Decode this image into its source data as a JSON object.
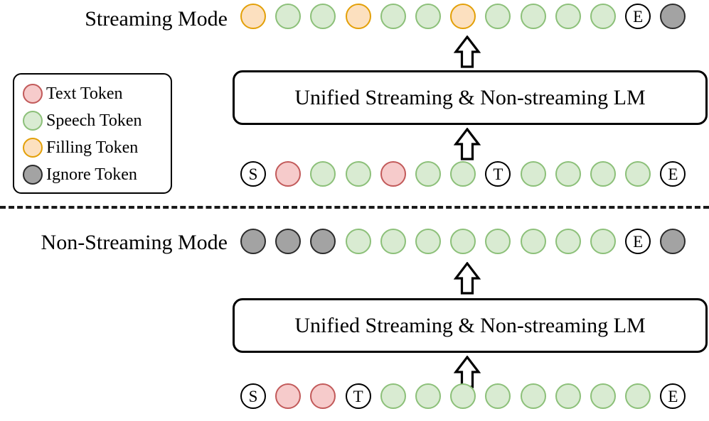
{
  "figure": {
    "title": "Unified streaming and non-streaming LM token layout",
    "lm_box_label": "Unified Streaming & Non-streaming LM",
    "arrow_icon": "up-block-arrow",
    "divider": "dashed-separator"
  },
  "colors": {
    "text_token_fill": "#f6cbcb",
    "text_token_border": "#c25a5a",
    "speech_token_fill": "#d9ebd2",
    "speech_token_border": "#8cc079",
    "filling_token_fill": "#fce0bf",
    "filling_token_border": "#e3a008",
    "ignore_token_fill": "#a3a3a3",
    "ignore_token_border": "#2b2b2b",
    "special_token_fill": "#ffffff",
    "special_token_border": "#000000",
    "background": "#ffffff"
  },
  "legend": {
    "items": [
      {
        "type": "text",
        "label": "Text Token"
      },
      {
        "type": "speech",
        "label": "Speech Token"
      },
      {
        "type": "filling",
        "label": "Filling Token"
      },
      {
        "type": "ignore",
        "label": "Ignore Token"
      }
    ]
  },
  "streaming": {
    "label": "Streaming Mode",
    "output_row": [
      {
        "type": "filling",
        "label": ""
      },
      {
        "type": "speech",
        "label": ""
      },
      {
        "type": "speech",
        "label": ""
      },
      {
        "type": "filling",
        "label": ""
      },
      {
        "type": "speech",
        "label": ""
      },
      {
        "type": "speech",
        "label": ""
      },
      {
        "type": "filling",
        "label": ""
      },
      {
        "type": "speech",
        "label": ""
      },
      {
        "type": "speech",
        "label": ""
      },
      {
        "type": "speech",
        "label": ""
      },
      {
        "type": "speech",
        "label": ""
      },
      {
        "type": "special",
        "label": "E"
      },
      {
        "type": "ignore",
        "label": ""
      }
    ],
    "lm_label": "Unified Streaming & Non-streaming LM",
    "input_row": [
      {
        "type": "special",
        "label": "S"
      },
      {
        "type": "text",
        "label": ""
      },
      {
        "type": "speech",
        "label": ""
      },
      {
        "type": "speech",
        "label": ""
      },
      {
        "type": "text",
        "label": ""
      },
      {
        "type": "speech",
        "label": ""
      },
      {
        "type": "speech",
        "label": ""
      },
      {
        "type": "special",
        "label": "T"
      },
      {
        "type": "speech",
        "label": ""
      },
      {
        "type": "speech",
        "label": ""
      },
      {
        "type": "speech",
        "label": ""
      },
      {
        "type": "speech",
        "label": ""
      },
      {
        "type": "special",
        "label": "E"
      }
    ]
  },
  "non_streaming": {
    "label": "Non-Streaming Mode",
    "output_row": [
      {
        "type": "ignore",
        "label": ""
      },
      {
        "type": "ignore",
        "label": ""
      },
      {
        "type": "ignore",
        "label": ""
      },
      {
        "type": "speech",
        "label": ""
      },
      {
        "type": "speech",
        "label": ""
      },
      {
        "type": "speech",
        "label": ""
      },
      {
        "type": "speech",
        "label": ""
      },
      {
        "type": "speech",
        "label": ""
      },
      {
        "type": "speech",
        "label": ""
      },
      {
        "type": "speech",
        "label": ""
      },
      {
        "type": "speech",
        "label": ""
      },
      {
        "type": "special",
        "label": "E"
      },
      {
        "type": "ignore",
        "label": ""
      }
    ],
    "lm_label": "Unified Streaming & Non-streaming LM",
    "input_row": [
      {
        "type": "special",
        "label": "S"
      },
      {
        "type": "text",
        "label": ""
      },
      {
        "type": "text",
        "label": ""
      },
      {
        "type": "special",
        "label": "T"
      },
      {
        "type": "speech",
        "label": ""
      },
      {
        "type": "speech",
        "label": ""
      },
      {
        "type": "speech",
        "label": ""
      },
      {
        "type": "speech",
        "label": ""
      },
      {
        "type": "speech",
        "label": ""
      },
      {
        "type": "speech",
        "label": ""
      },
      {
        "type": "speech",
        "label": ""
      },
      {
        "type": "speech",
        "label": ""
      },
      {
        "type": "special",
        "label": "E"
      }
    ]
  }
}
